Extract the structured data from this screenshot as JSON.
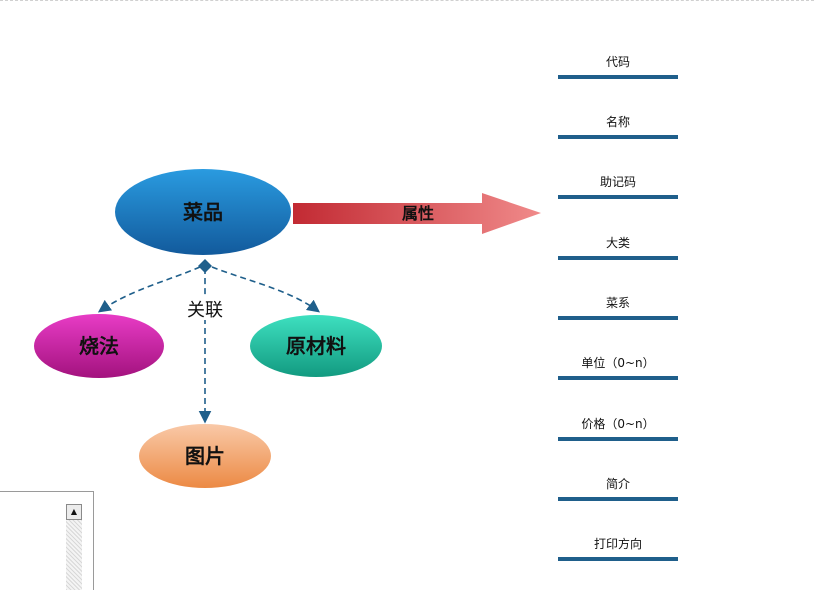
{
  "nodes": {
    "center": "菜品",
    "cooking": "烧法",
    "materials": "原材料",
    "picture": "图片"
  },
  "edge_label": "关联",
  "arrow_label": "属性",
  "attributes": [
    "代码",
    "名称",
    "助记码",
    "大类",
    "菜系",
    "单位（0~n）",
    "价格（0~n）",
    "简介",
    "打印方向"
  ],
  "colors": {
    "center": "#1c7dc2",
    "cooking": "#c8169c",
    "materials": "#1cb89a",
    "picture": "#f19a5a",
    "arrow": "#c9353c",
    "attr_line": "#1f5f8b",
    "dashed_edge": "#1f5f8b"
  },
  "panel": {
    "scroll_up_icon": "triangle-up-icon"
  }
}
